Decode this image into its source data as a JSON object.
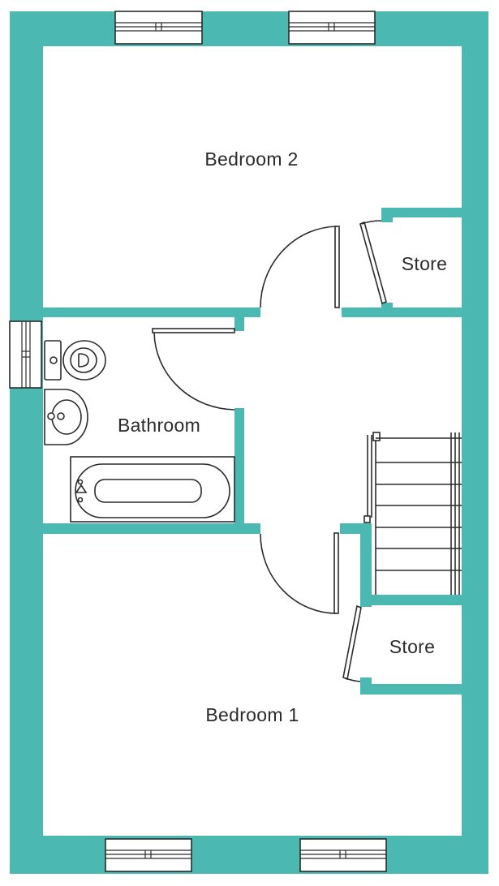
{
  "colors": {
    "wall": "#4bb8b1",
    "line": "#2b2b2b",
    "background": "#ffffff"
  },
  "rooms": {
    "bedroom_2": "Bedroom 2",
    "store_upper": "Store",
    "bathroom": "Bathroom",
    "store_lower": "Store",
    "bedroom_1": "Bedroom 1"
  },
  "icons": {
    "window": "window-icon",
    "door": "door-swing-icon",
    "toilet": "toilet-icon",
    "basin": "basin-icon",
    "bath": "bath-icon",
    "stairs": "stairs-icon"
  }
}
